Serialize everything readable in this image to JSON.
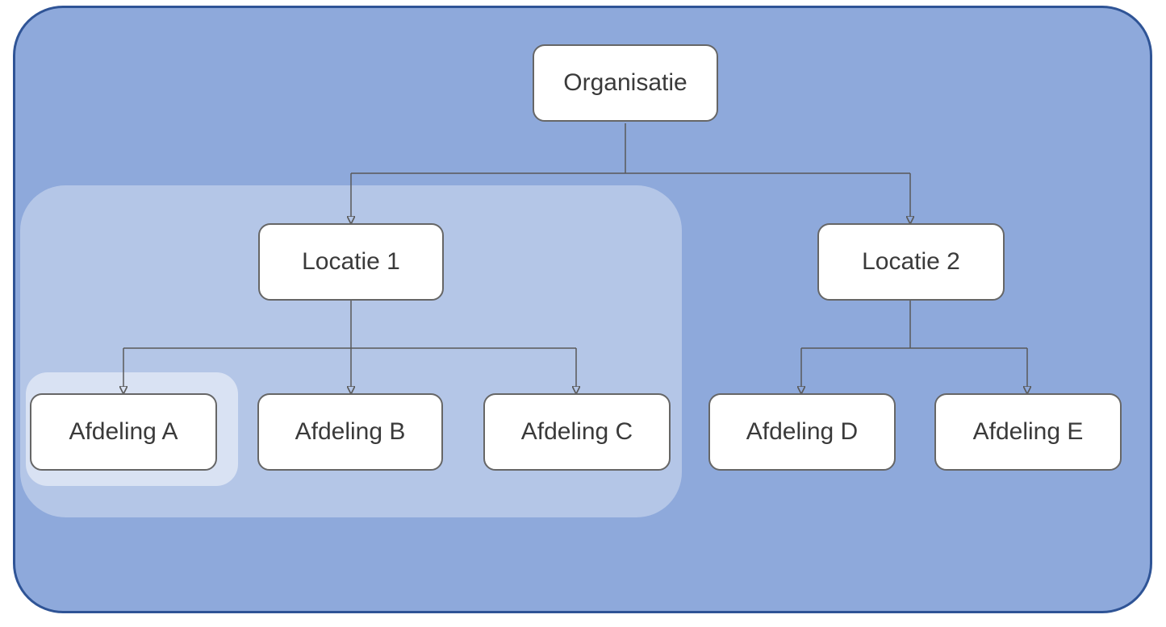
{
  "diagram": {
    "type": "org-chart",
    "nodes": {
      "organisatie": {
        "label": "Organisatie"
      },
      "locatie_1": {
        "label": "Locatie 1"
      },
      "locatie_2": {
        "label": "Locatie 2"
      },
      "afdeling_a": {
        "label": "Afdeling A"
      },
      "afdeling_b": {
        "label": "Afdeling B"
      },
      "afdeling_c": {
        "label": "Afdeling C"
      },
      "afdeling_d": {
        "label": "Afdeling D"
      },
      "afdeling_e": {
        "label": "Afdeling E"
      }
    },
    "edges": [
      {
        "from": "organisatie",
        "to": "locatie_1"
      },
      {
        "from": "organisatie",
        "to": "locatie_2"
      },
      {
        "from": "locatie_1",
        "to": "afdeling_a"
      },
      {
        "from": "locatie_1",
        "to": "afdeling_b"
      },
      {
        "from": "locatie_1",
        "to": "afdeling_c"
      },
      {
        "from": "locatie_2",
        "to": "afdeling_d"
      },
      {
        "from": "locatie_2",
        "to": "afdeling_e"
      }
    ],
    "groups": [
      {
        "name": "locatie-1-group",
        "members": [
          "locatie_1",
          "afdeling_a",
          "afdeling_b",
          "afdeling_c"
        ],
        "fill": "#B4C6E7"
      },
      {
        "name": "afdeling-a-group",
        "members": [
          "afdeling_a"
        ],
        "fill": "#D9E2F3"
      }
    ]
  },
  "colors": {
    "canvas_fill": "#8EA9DB",
    "canvas_border": "#2F5496",
    "group_locatie1_fill": "#B4C6E7",
    "group_afdeling_a_fill": "#D9E2F3",
    "node_fill": "#FFFFFF",
    "node_border": "#666666",
    "connector": "#595959",
    "text": "#3A3A3A"
  }
}
